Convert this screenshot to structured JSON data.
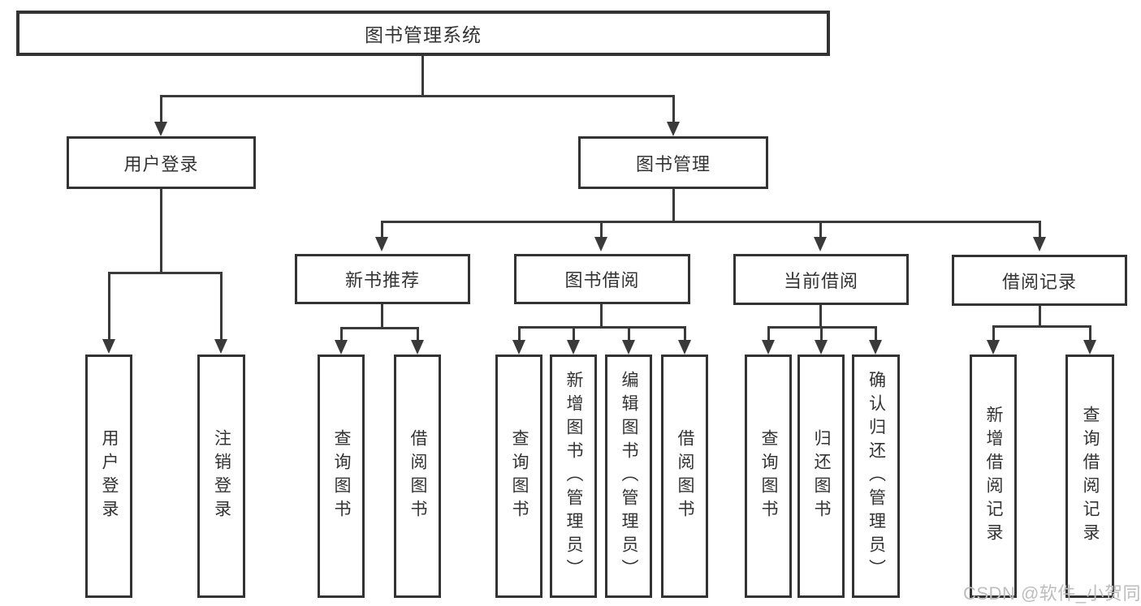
{
  "diagram": {
    "root": {
      "label": "图书管理系统",
      "children": [
        {
          "label": "用户登录",
          "children": [
            {
              "label": "用户登录"
            },
            {
              "label": "注销登录"
            }
          ]
        },
        {
          "label": "图书管理",
          "children": [
            {
              "label": "新书推荐",
              "children": [
                {
                  "label": "查询图书"
                },
                {
                  "label": "借阅图书"
                }
              ]
            },
            {
              "label": "图书借阅",
              "children": [
                {
                  "label": "查询图书"
                },
                {
                  "label": "新增图书（管理员）"
                },
                {
                  "label": "编辑图书（管理员）"
                },
                {
                  "label": "借阅图书"
                }
              ]
            },
            {
              "label": "当前借阅",
              "children": [
                {
                  "label": "查询图书"
                },
                {
                  "label": "归还图书"
                },
                {
                  "label": "确认归还（管理员）"
                }
              ]
            },
            {
              "label": "借阅记录",
              "children": [
                {
                  "label": "新增借阅记录"
                },
                {
                  "label": "查询借阅记录"
                }
              ]
            }
          ]
        }
      ]
    }
  },
  "watermark": {
    "text": "CSDN @软件_小贺同学"
  },
  "colors": {
    "line": "#3a3a3a",
    "text": "#333333",
    "background": "#ffffff",
    "watermark": "#bdbdbd"
  }
}
